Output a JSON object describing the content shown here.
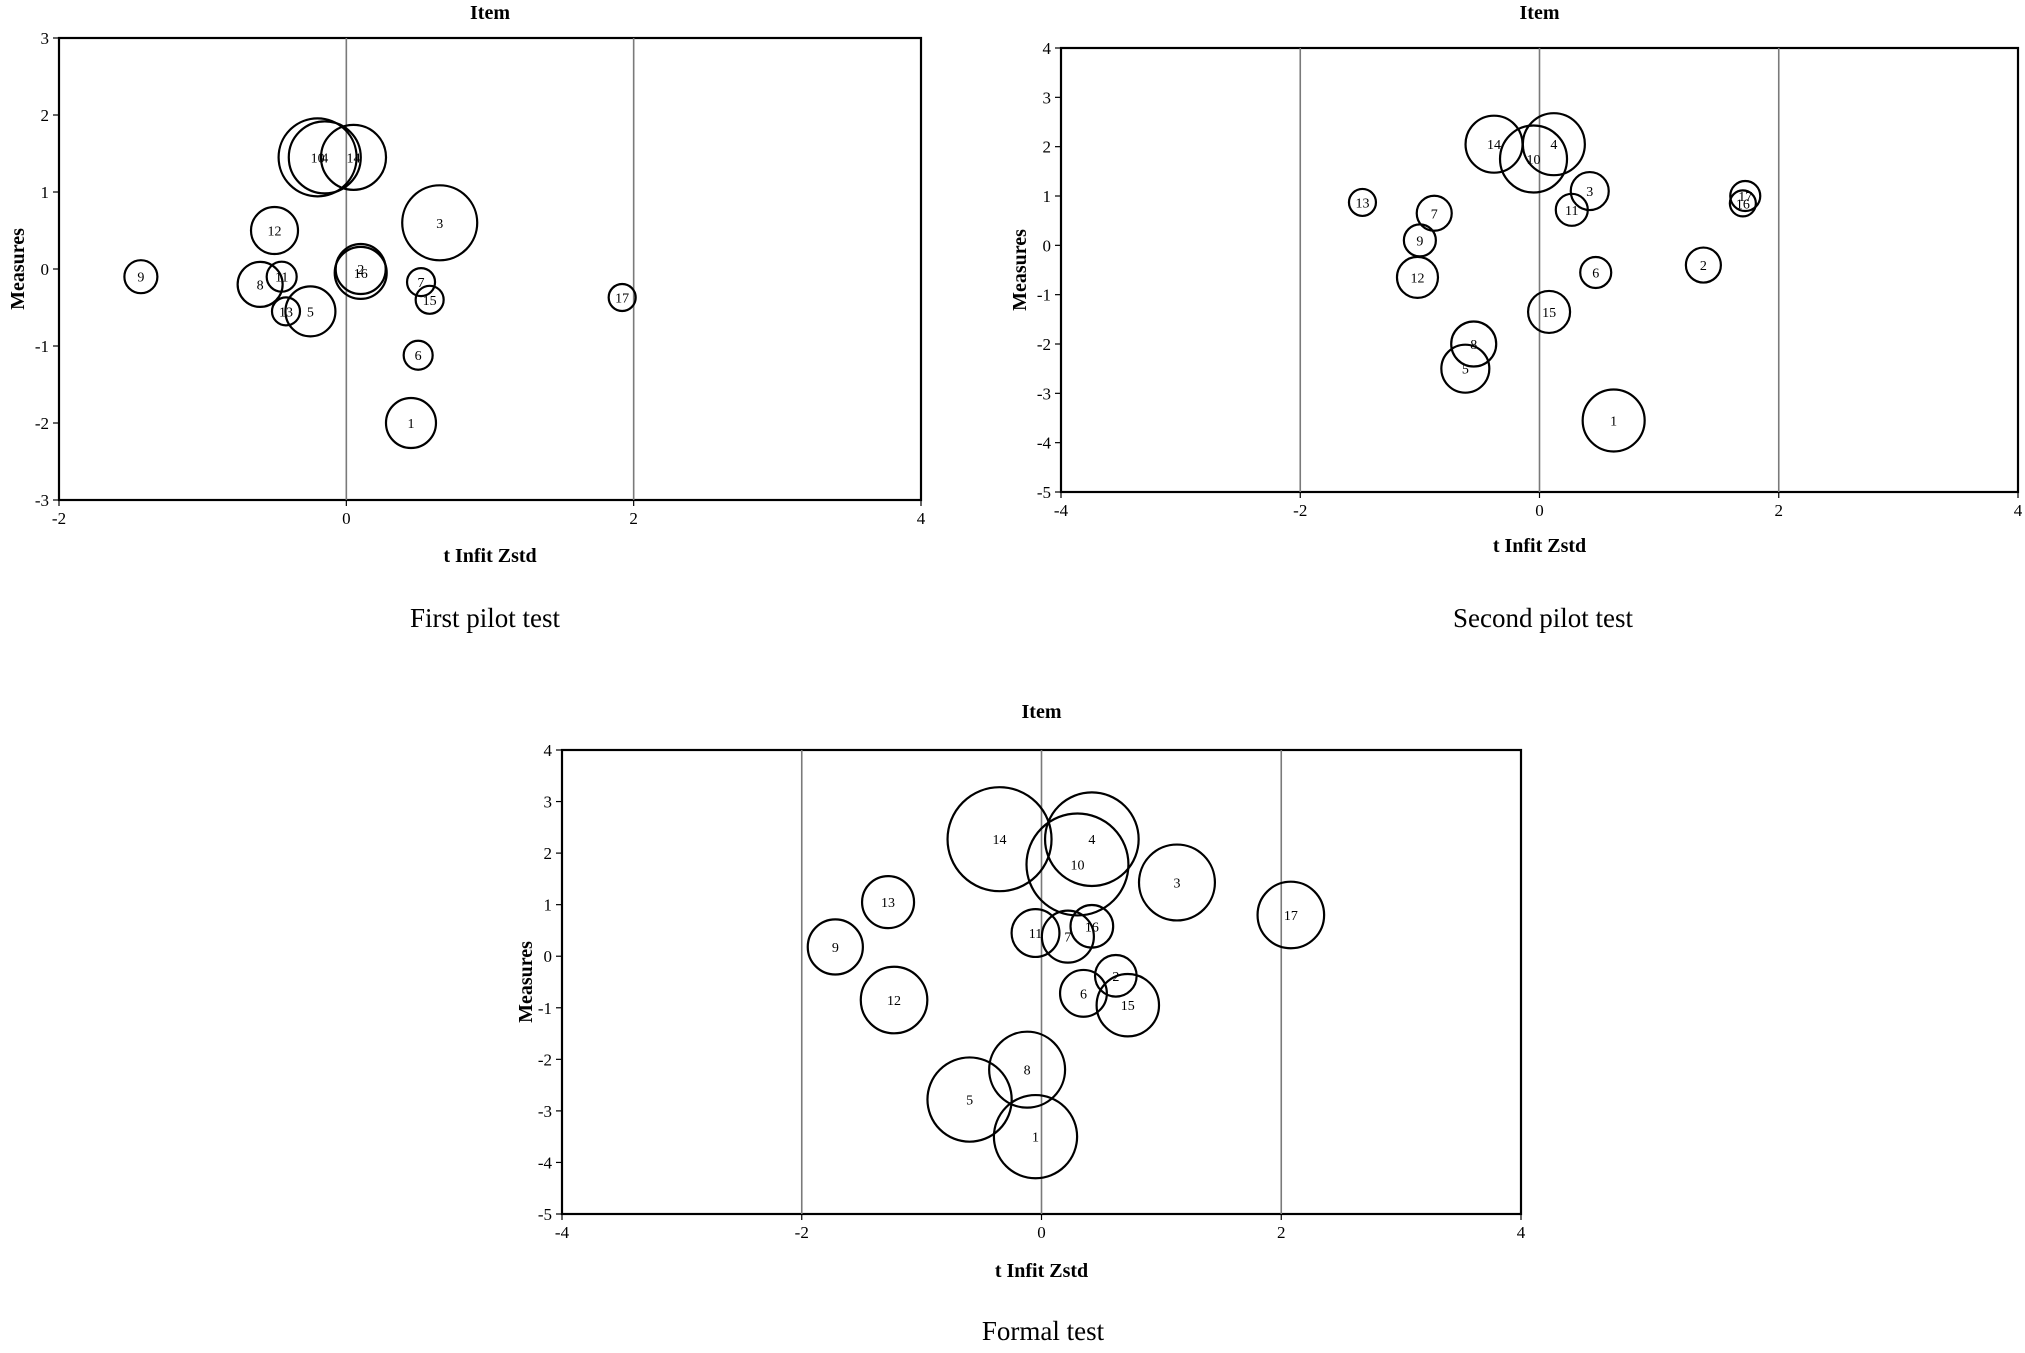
{
  "chart_data": [
    {
      "type": "bubble",
      "title": "Item",
      "xlabel": "t Infit Zstd",
      "ylabel": "Measures",
      "caption": "First pilot test",
      "xlim": [
        -2,
        4
      ],
      "ylim": [
        -3,
        3
      ],
      "xticks": [
        -2,
        0,
        2,
        4
      ],
      "yticks": [
        -3,
        -2,
        -1,
        0,
        1,
        2,
        3
      ],
      "reference_lines_x": [
        0,
        2
      ],
      "points": [
        {
          "label": "1",
          "x": 0.45,
          "y": -2.0,
          "size": 0.5
        },
        {
          "label": "2",
          "x": 0.1,
          "y": 0.0,
          "size": 0.5
        },
        {
          "label": "3",
          "x": 0.65,
          "y": 0.6,
          "size": 0.75
        },
        {
          "label": "4",
          "x": -0.15,
          "y": 1.45,
          "size": 0.72
        },
        {
          "label": "5",
          "x": -0.25,
          "y": -0.55,
          "size": 0.5
        },
        {
          "label": "6",
          "x": 0.5,
          "y": -1.12,
          "size": 0.29
        },
        {
          "label": "7",
          "x": 0.52,
          "y": -0.17,
          "size": 0.28
        },
        {
          "label": "8",
          "x": -0.6,
          "y": -0.2,
          "size": 0.45
        },
        {
          "label": "9",
          "x": -1.43,
          "y": -0.1,
          "size": 0.33
        },
        {
          "label": "10",
          "x": -0.2,
          "y": 1.45,
          "size": 0.78
        },
        {
          "label": "11",
          "x": -0.45,
          "y": -0.1,
          "size": 0.3
        },
        {
          "label": "12",
          "x": -0.5,
          "y": 0.5,
          "size": 0.47
        },
        {
          "label": "13",
          "x": -0.42,
          "y": -0.55,
          "size": 0.28
        },
        {
          "label": "14",
          "x": 0.05,
          "y": 1.45,
          "size": 0.65
        },
        {
          "label": "15",
          "x": 0.58,
          "y": -0.4,
          "size": 0.28
        },
        {
          "label": "16",
          "x": 0.1,
          "y": -0.05,
          "size": 0.52
        },
        {
          "label": "17",
          "x": 1.92,
          "y": -0.37,
          "size": 0.27
        }
      ]
    },
    {
      "type": "bubble",
      "title": "Item",
      "xlabel": "t Infit Zstd",
      "ylabel": "Measures",
      "caption": "Second pilot test",
      "xlim": [
        -4,
        4
      ],
      "ylim": [
        -5,
        4
      ],
      "xticks": [
        -4,
        -2,
        0,
        2,
        4
      ],
      "yticks": [
        -5,
        -4,
        -3,
        -2,
        -1,
        0,
        1,
        2,
        3,
        4
      ],
      "reference_lines_x": [
        -2,
        0,
        2
      ],
      "points": [
        {
          "label": "1",
          "x": 0.62,
          "y": -3.55,
          "size": 0.62
        },
        {
          "label": "2",
          "x": 1.37,
          "y": -0.4,
          "size": 0.35
        },
        {
          "label": "3",
          "x": 0.42,
          "y": 1.1,
          "size": 0.38
        },
        {
          "label": "4",
          "x": 0.12,
          "y": 2.05,
          "size": 0.62
        },
        {
          "label": "5",
          "x": -0.62,
          "y": -2.5,
          "size": 0.48
        },
        {
          "label": "6",
          "x": 0.47,
          "y": -0.55,
          "size": 0.31
        },
        {
          "label": "7",
          "x": -0.88,
          "y": 0.65,
          "size": 0.35
        },
        {
          "label": "8",
          "x": -0.55,
          "y": -2.0,
          "size": 0.45
        },
        {
          "label": "9",
          "x": -1.0,
          "y": 0.1,
          "size": 0.32
        },
        {
          "label": "10",
          "x": -0.05,
          "y": 1.75,
          "size": 0.67
        },
        {
          "label": "11",
          "x": 0.27,
          "y": 0.72,
          "size": 0.32
        },
        {
          "label": "12",
          "x": -1.02,
          "y": -0.65,
          "size": 0.41
        },
        {
          "label": "13",
          "x": -1.48,
          "y": 0.87,
          "size": 0.27
        },
        {
          "label": "14",
          "x": -0.38,
          "y": 2.05,
          "size": 0.57
        },
        {
          "label": "15",
          "x": 0.08,
          "y": -1.35,
          "size": 0.42
        },
        {
          "label": "16",
          "x": 1.7,
          "y": 0.85,
          "size": 0.26
        },
        {
          "label": "17",
          "x": 1.72,
          "y": 1.0,
          "size": 0.3
        }
      ]
    },
    {
      "type": "bubble",
      "title": "Item",
      "xlabel": "t Infit Zstd",
      "ylabel": "Measures",
      "caption": "Formal test",
      "xlim": [
        -4,
        4
      ],
      "ylim": [
        -5,
        4
      ],
      "xticks": [
        -4,
        -2,
        0,
        2,
        4
      ],
      "yticks": [
        -5,
        -4,
        -3,
        -2,
        -1,
        0,
        1,
        2,
        3,
        4
      ],
      "reference_lines_x": [
        -2,
        0,
        2
      ],
      "points": [
        {
          "label": "1",
          "x": -0.05,
          "y": -3.5,
          "size": 0.8
        },
        {
          "label": "2",
          "x": 0.62,
          "y": -0.38,
          "size": 0.4
        },
        {
          "label": "3",
          "x": 1.13,
          "y": 1.43,
          "size": 0.73
        },
        {
          "label": "4",
          "x": 0.42,
          "y": 2.27,
          "size": 0.9
        },
        {
          "label": "5",
          "x": -0.6,
          "y": -2.78,
          "size": 0.81
        },
        {
          "label": "6",
          "x": 0.35,
          "y": -0.72,
          "size": 0.45
        },
        {
          "label": "7",
          "x": 0.22,
          "y": 0.38,
          "size": 0.5
        },
        {
          "label": "8",
          "x": -0.12,
          "y": -2.2,
          "size": 0.73
        },
        {
          "label": "9",
          "x": -1.72,
          "y": 0.18,
          "size": 0.53
        },
        {
          "label": "10",
          "x": 0.3,
          "y": 1.78,
          "size": 0.98
        },
        {
          "label": "11",
          "x": -0.05,
          "y": 0.45,
          "size": 0.46
        },
        {
          "label": "12",
          "x": -1.23,
          "y": -0.85,
          "size": 0.64
        },
        {
          "label": "13",
          "x": -1.28,
          "y": 1.05,
          "size": 0.5
        },
        {
          "label": "14",
          "x": -0.35,
          "y": 2.27,
          "size": 1.0
        },
        {
          "label": "15",
          "x": 0.72,
          "y": -0.95,
          "size": 0.6
        },
        {
          "label": "16",
          "x": 0.42,
          "y": 0.58,
          "size": 0.41
        },
        {
          "label": "17",
          "x": 2.08,
          "y": 0.8,
          "size": 0.64
        }
      ]
    }
  ]
}
